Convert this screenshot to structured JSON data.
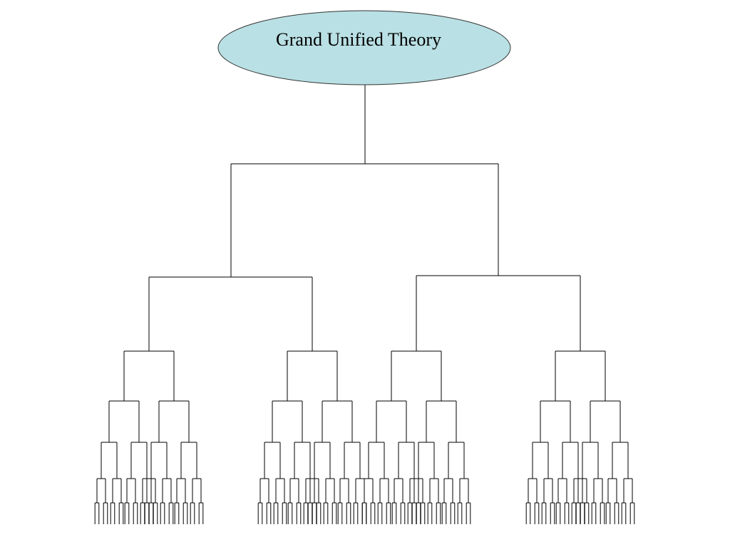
{
  "diagram": {
    "root": {
      "label": "Grand Unified Theory",
      "fill": "#b9e0e4",
      "stroke": "#333333"
    },
    "line_color": "#000000",
    "levels": 7,
    "branching": 2
  }
}
